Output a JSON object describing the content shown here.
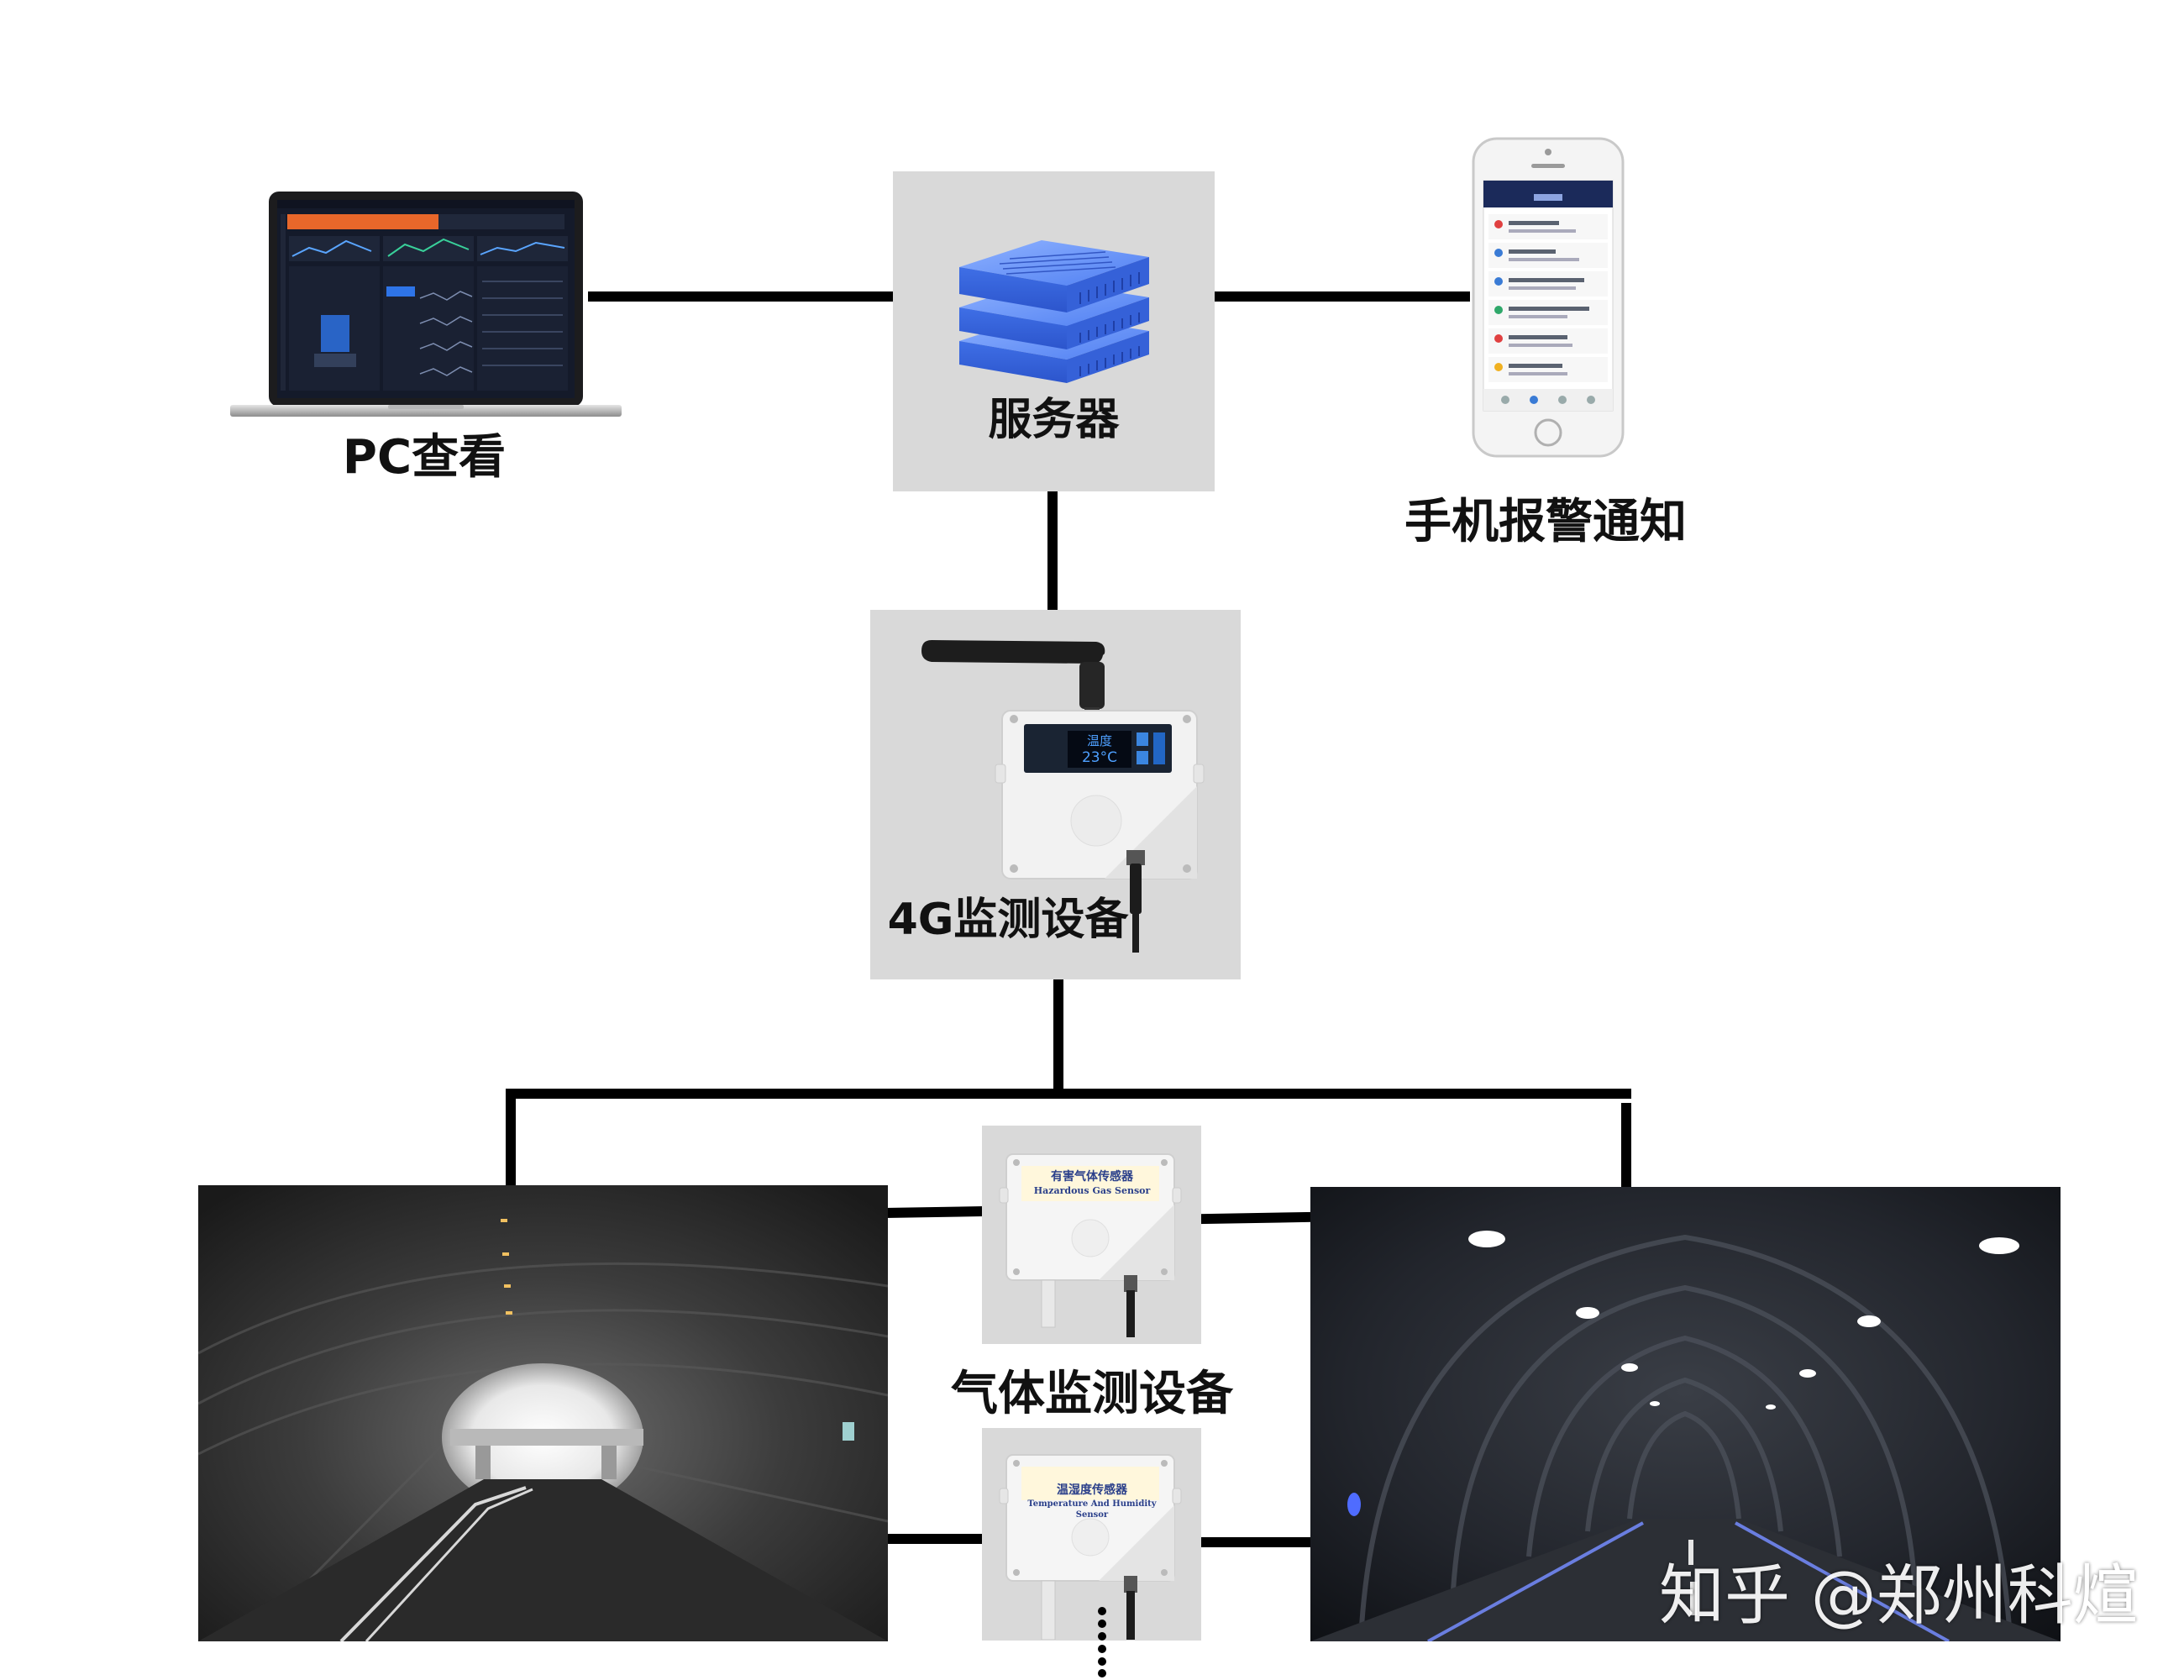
{
  "nodes": {
    "pc": {
      "label": "PC查看",
      "icon": "laptop-icon"
    },
    "server": {
      "label": "服务器",
      "icon": "server-stack-icon"
    },
    "phone": {
      "label": "手机报警通知",
      "icon": "smartphone-icon"
    },
    "gateway": {
      "label": "4G监测设备",
      "icon": "wireless-sensor-icon",
      "display_name": "温度",
      "display_value": "23°C"
    },
    "gas_group": {
      "label": "气体监测设备"
    },
    "gas_sensor": {
      "title_cn": "有害气体传感器",
      "title_en": "Hazardous Gas Sensor",
      "icon": "gas-sensor-icon"
    },
    "th_sensor": {
      "title_cn": "温湿度传感器",
      "title_en": "Temperature And Humidity Sensor",
      "icon": "humidity-sensor-icon"
    }
  },
  "photos": {
    "left": {
      "icon": "tunnel-photo-daylight"
    },
    "right": {
      "icon": "tunnel-photo-lit"
    }
  },
  "watermark": "知乎 @郑州科煊",
  "colors": {
    "panel": "#d9d9d9",
    "wire": "#000000",
    "server_blue": "#4a7cf0"
  }
}
